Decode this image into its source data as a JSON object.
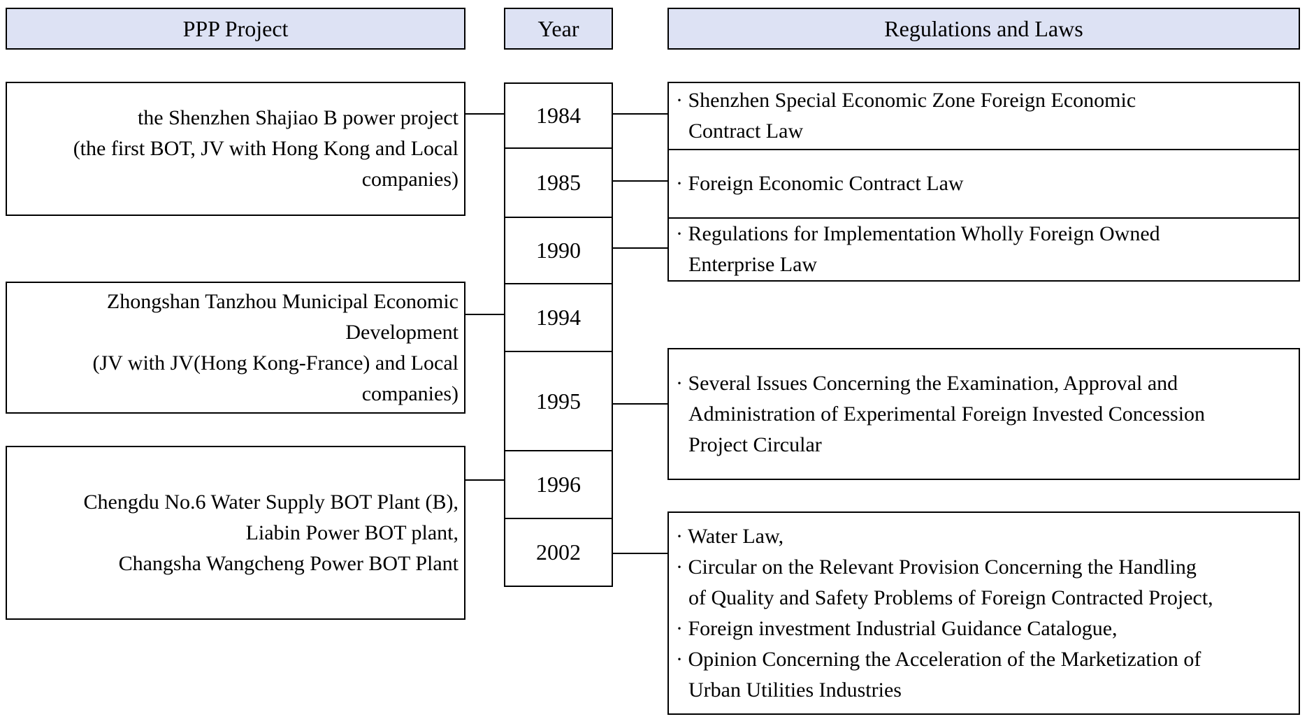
{
  "colors": {
    "header_fill": "#dde2f4",
    "border": "#000000",
    "text": "#000000",
    "background": "#ffffff"
  },
  "headers": {
    "project": "PPP Project",
    "year": "Year",
    "regulations": "Regulations and Laws"
  },
  "years": [
    "1984",
    "1985",
    "1990",
    "1994",
    "1995",
    "1996",
    "2002"
  ],
  "projects": [
    {
      "connects_to": "1984",
      "lines": [
        "the Shenzhen Shajiao B power project",
        "(the first BOT, JV with Hong Kong and Local",
        "companies)"
      ]
    },
    {
      "connects_to": "1994",
      "lines": [
        "Zhongshan Tanzhou Municipal Economic",
        "Development",
        "(JV with JV(Hong Kong-France) and Local",
        "companies)"
      ]
    },
    {
      "connects_to": "1996",
      "lines": [
        "Chengdu No.6 Water Supply BOT Plant (B),",
        "Liabin Power BOT plant,",
        "Changsha Wangcheng Power BOT Plant"
      ]
    }
  ],
  "regulations": [
    {
      "connects_to": "1984",
      "items": [
        [
          "· Shenzhen Special Economic Zone Foreign Economic",
          "Contract Law"
        ]
      ]
    },
    {
      "connects_to": "1985",
      "items": [
        [
          "· Foreign Economic Contract Law"
        ]
      ]
    },
    {
      "connects_to": "1990",
      "items": [
        [
          "· Regulations for Implementation Wholly Foreign Owned",
          "Enterprise Law"
        ]
      ]
    },
    {
      "connects_to": "1995",
      "items": [
        [
          "· Several Issues Concerning the Examination, Approval and",
          "Administration of Experimental Foreign Invested Concession",
          "Project Circular"
        ]
      ]
    },
    {
      "connects_to": "2002",
      "items": [
        [
          "· Water Law,"
        ],
        [
          "· Circular on the Relevant Provision Concerning the Handling",
          "of Quality and Safety Problems of Foreign Contracted Project,"
        ],
        [
          "· Foreign investment Industrial Guidance Catalogue,"
        ],
        [
          "· Opinion Concerning the Acceleration of the Marketization of",
          "Urban Utilities Industries"
        ]
      ]
    }
  ]
}
